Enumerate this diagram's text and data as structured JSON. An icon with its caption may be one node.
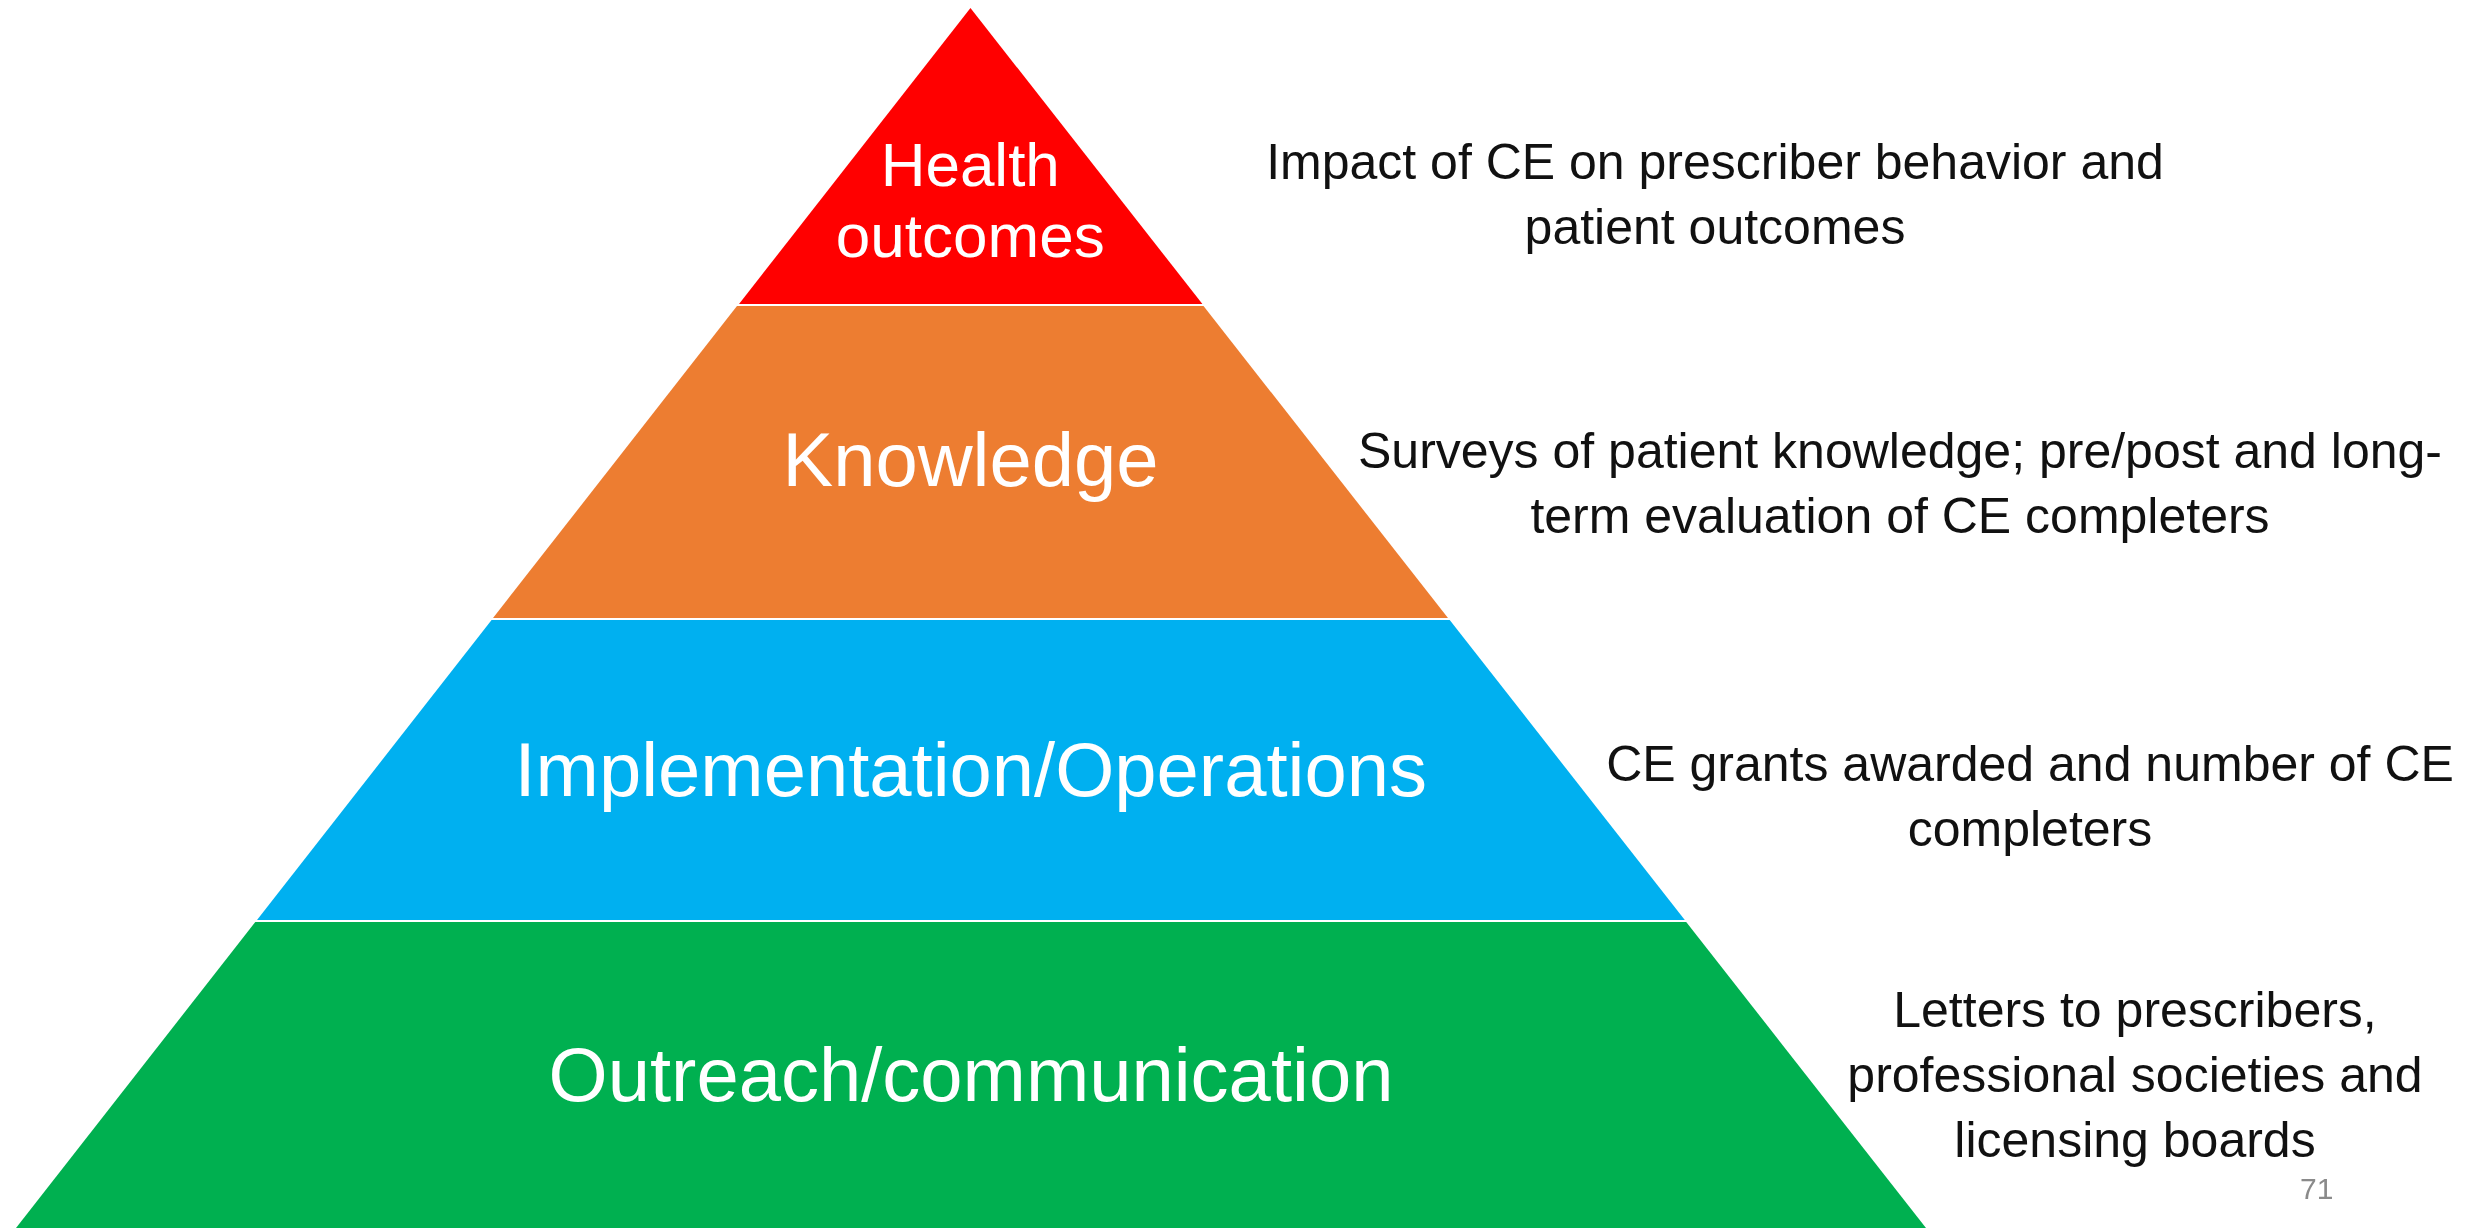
{
  "diagram": {
    "nodes": [
      {
        "text": [
          "Health outcomes"
        ],
        "beside": [
          "Impact of CE on prescriber behavior and patient outcomes"
        ]
      },
      {
        "text": [
          "Knowledge"
        ],
        "beside": [
          "Surveys of patient knowledge; pre/post and long-term evaluation of CE completers"
        ]
      },
      {
        "text": [
          "Implementation/Operations"
        ],
        "beside": [
          "CE grants awarded and number of CE completers"
        ]
      },
      {
        "text": [
          "Outreach/communication"
        ],
        "beside": [
          "Letters to prescribers, professional societies and licensing boards"
        ]
      }
    ],
    "labels": [
      "71"
    ]
  }
}
